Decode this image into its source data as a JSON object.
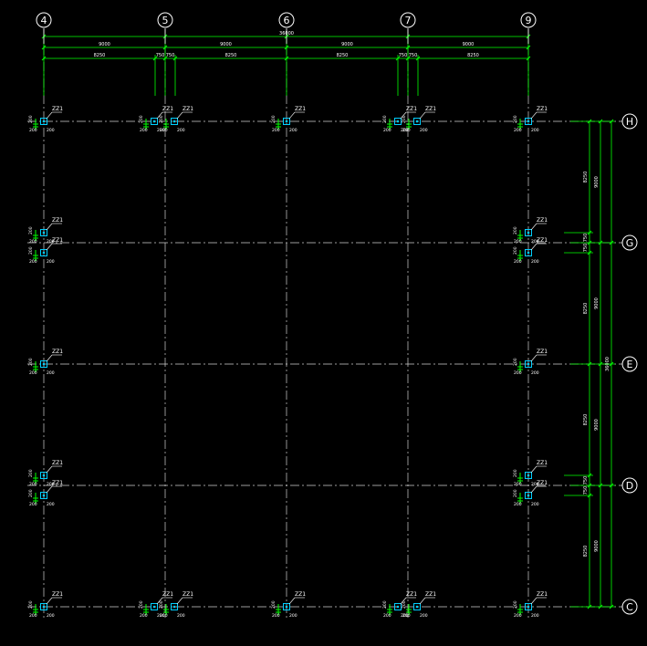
{
  "axes": {
    "vertical": [
      {
        "label": "4"
      },
      {
        "label": "5"
      },
      {
        "label": "6"
      },
      {
        "label": "7"
      },
      {
        "label": "9"
      }
    ],
    "horizontal": [
      {
        "label": "H"
      },
      {
        "label": "G"
      },
      {
        "label": "E"
      },
      {
        "label": "D"
      },
      {
        "label": "C"
      }
    ]
  },
  "dimensions": {
    "top_total": "36000",
    "top_spans": [
      "9000",
      "9000",
      "9000",
      "9000"
    ],
    "top_subspans": [
      "8250",
      "750",
      "750",
      "8250",
      "8250",
      "750",
      "750",
      "8250"
    ],
    "right_total": "36000",
    "right_spans": [
      "9000",
      "9000",
      "9000",
      "9000"
    ],
    "right_subspans": [
      "8250",
      "750",
      "750",
      "8250",
      "8250",
      "750",
      "750",
      "8250"
    ]
  },
  "column_tag": "ZZ1",
  "column_dims": {
    "a": "200",
    "b": "200"
  },
  "colors": {
    "background": "#000000",
    "axis_line": "#d0d0d0",
    "dimension": "#00ff00",
    "column": "#00cfff",
    "rebar": "#00ff00",
    "text": "#ffffff"
  }
}
